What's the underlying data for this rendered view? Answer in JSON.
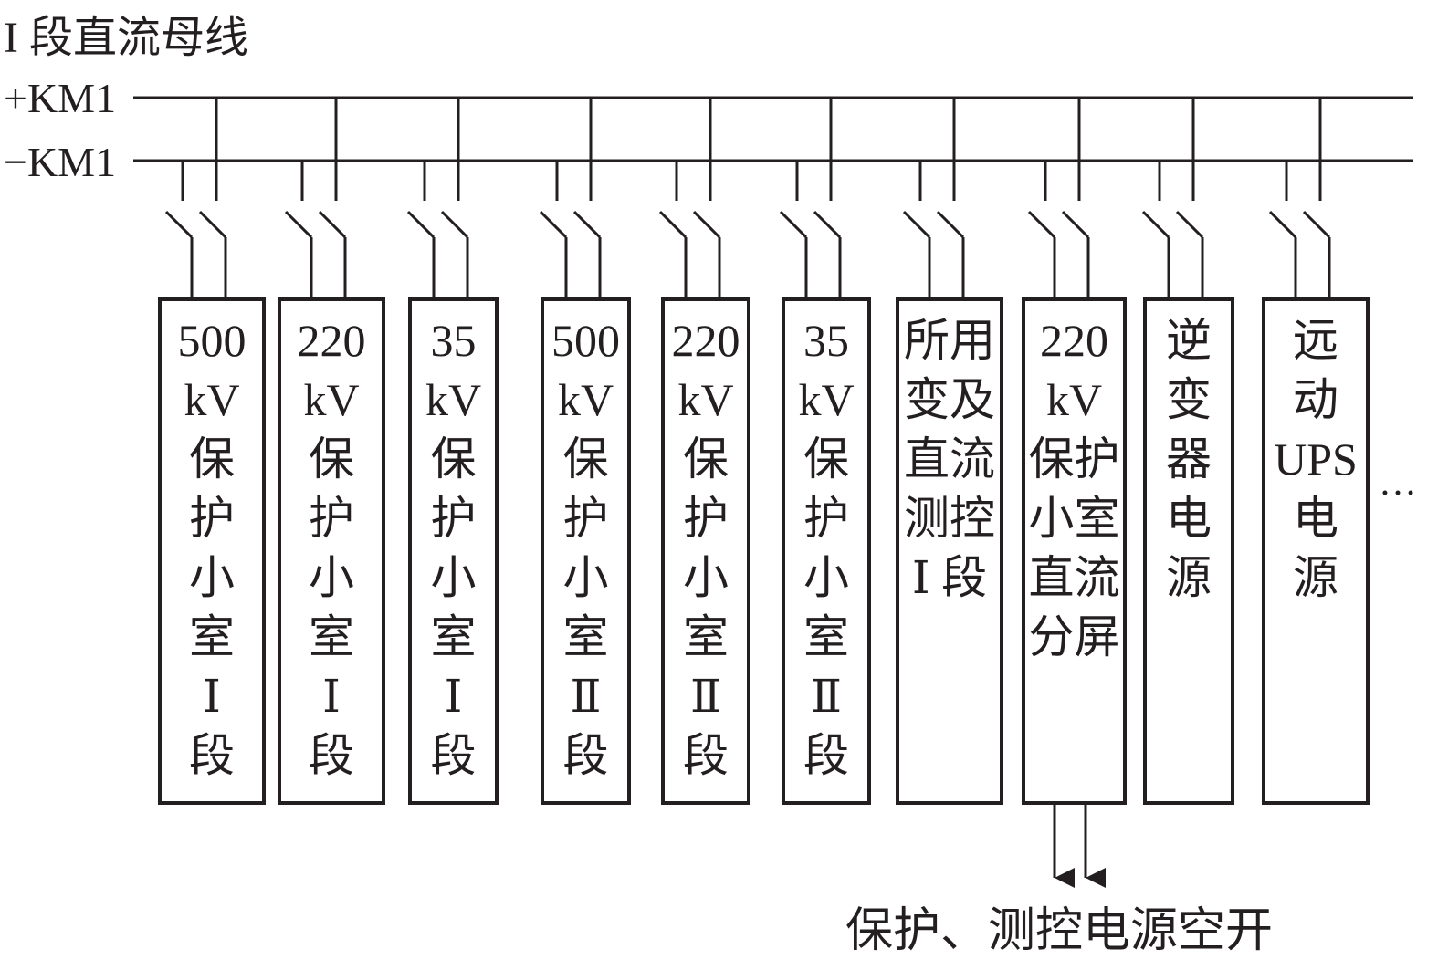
{
  "title": "I 段直流母线",
  "buses": [
    {
      "id": "positive",
      "label": "+KM1"
    },
    {
      "id": "negative",
      "label": "−KM1"
    }
  ],
  "feeders": [
    {
      "id": "f1",
      "lines": [
        "500",
        "kV",
        "保",
        "护",
        "小",
        "室",
        "Ⅰ",
        "段"
      ]
    },
    {
      "id": "f2",
      "lines": [
        "220",
        "kV",
        "保",
        "护",
        "小",
        "室",
        "Ⅰ",
        "段"
      ]
    },
    {
      "id": "f3",
      "lines": [
        "35",
        "kV",
        "保",
        "护",
        "小",
        "室",
        "Ⅰ",
        "段"
      ]
    },
    {
      "id": "f4",
      "lines": [
        "500",
        "kV",
        "保",
        "护",
        "小",
        "室",
        "Ⅱ",
        "段"
      ]
    },
    {
      "id": "f5",
      "lines": [
        "220",
        "kV",
        "保",
        "护",
        "小",
        "室",
        "Ⅱ",
        "段"
      ]
    },
    {
      "id": "f6",
      "lines": [
        "35",
        "kV",
        "保",
        "护",
        "小",
        "室",
        "Ⅱ",
        "段"
      ]
    },
    {
      "id": "f7",
      "lines": [
        "所用",
        "变及",
        "直流",
        "测控",
        "Ⅰ 段"
      ]
    },
    {
      "id": "f8",
      "lines": [
        "220",
        "kV",
        "保护",
        "小室",
        "直流",
        "分屏"
      ]
    },
    {
      "id": "f9",
      "lines": [
        "逆",
        "变",
        "器",
        "电",
        "源"
      ]
    },
    {
      "id": "f10",
      "lines": [
        "远",
        "动",
        "UPS",
        "电",
        "源"
      ]
    }
  ],
  "continuation": "…",
  "output_label": "保护、测控电源空开",
  "colors": {
    "line": "#231f20",
    "background": "#ffffff"
  }
}
